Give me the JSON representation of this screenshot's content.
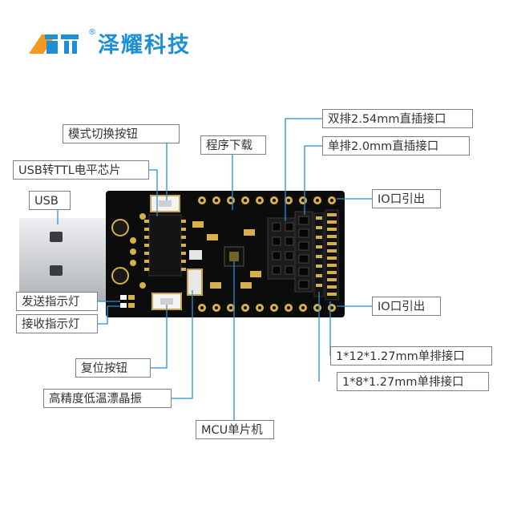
{
  "brand": {
    "name": "泽耀科技",
    "mark": "ZY",
    "registered": "®",
    "color": "#1d8fd4"
  },
  "colors": {
    "line": "#2b8fd6",
    "board": "#0c0c0c",
    "gold": "#d6b04a",
    "usb_metal": "#cfd2d5"
  },
  "labels": {
    "mode_switch_button": "模式切换按钮",
    "program_download": "程序下载",
    "usb_ttl_chip": "USB转TTL电平芯片",
    "usb": "USB",
    "dual_row_header": "双排2.54mm直插接口",
    "single_row_header": "单排2.0mm直插接口",
    "io_out_top": "IO口引出",
    "io_out_bottom": "IO口引出",
    "tx_led": "发送指示灯",
    "rx_led": "接收指示灯",
    "reset_button": "复位按钮",
    "crystal": "高精度低温漂晶振",
    "mcu": "MCU单片机",
    "header_1x12": "1*12*1.27mm单排接口",
    "header_1x8": "1*8*1.27mm单排接口"
  }
}
